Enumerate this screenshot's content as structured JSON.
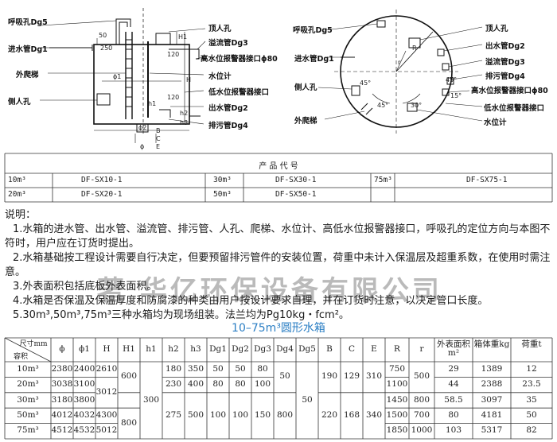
{
  "diagram_left": {
    "labels": {
      "vent": "呼吸孔Dg5",
      "inlet": "进水管Dg1",
      "ladder": "外爬梯",
      "side_hole": "侧人孔",
      "top_hole": "顶人孔",
      "overflow": "溢流管Dg3",
      "high_alarm": "高水位报警器接口ϕ80",
      "level": "水位计",
      "low_alarm": "低水位报警器接口",
      "outlet": "出水管Dg2",
      "drain": "排污管Dg4"
    },
    "dims": {
      "d250": "250",
      "d50": "50",
      "d120a": "120",
      "d120b": "120",
      "phi1": "ϕ1",
      "phi2": "ϕ2",
      "h": "H",
      "h1": "H1",
      "h2": "h2",
      "h3": "h3",
      "h4": "h1",
      "b": "B",
      "c": "C",
      "e": "E",
      "phi": "ϕ"
    }
  },
  "diagram_right": {
    "labels": {
      "vent": "呼吸孔Dg5",
      "inlet": "进水管Dg1",
      "side_hole": "侧人孔",
      "ladder": "外爬梯",
      "top_hole": "顶人孔",
      "outlet": "出水管Dg2",
      "overflow": "溢流管Dg3",
      "drain": "排污管Dg4",
      "high_alarm": "高水位报警器接口ϕ80",
      "low_alarm": "低水位报警器接口",
      "level": "水位计"
    },
    "dims": {
      "r_big": "R",
      "r_small": "r",
      "a45a": "45°",
      "a45b": "45°",
      "a45c": "45°",
      "a30": "30°",
      "a15": "15°"
    }
  },
  "product_table": {
    "header": "产  品  代  号",
    "rows": [
      [
        "10m³",
        "DF-SX10-1",
        "30m³",
        "DF-SX30-1",
        "75m³",
        "DF-SX75-1"
      ],
      [
        "20m³",
        "DF-SX20-1",
        "50m³",
        "DF-SX50-1",
        "",
        ""
      ]
    ]
  },
  "notes": {
    "heading": "说明：",
    "items": [
      "1.水箱的进水管、出水管、溢流管、排污管、人孔、爬梯、水位计、高低水位报警器接口，呼吸孔的定位方向与本图不符时，用户应在订货时提出。",
      "2.水箱基础按工程设计需要自行决定，但要预留排污管件的安装位置，荷重中未计入保温层及超重系数，在使用时需注意。",
      "3.外表面积包括底板外表面积。",
      "4.水箱是否保温及保温厚度和防腐漆的种类由用户按设计要求自理，并在订货时注意，以决定管口长度。",
      "5.30m³,50m³,75m³三种水箱均为现场组装。法兰均为Pg10kg・fcm²。"
    ],
    "watermark": "著   华亿环保设备有限公司"
  },
  "dim_table": {
    "title": "10–75m³圆形水箱",
    "corner_top": "尺寸mm",
    "corner_bottom": "容积",
    "headers": [
      "ϕ",
      "ϕ1",
      "H",
      "H1",
      "h1",
      "h2",
      "h3",
      "Dg1",
      "Dg2",
      "Dg3",
      "Dg4",
      "Dg5",
      "B",
      "C",
      "E",
      "R",
      "r",
      "外表面积m²",
      "箱体重kg",
      "荷重t"
    ],
    "rows": [
      [
        "10m³",
        "2380",
        "2400",
        "2610",
        "",
        "",
        "180",
        "350",
        "50",
        "50",
        "80",
        "",
        "",
        "",
        "",
        "",
        "750",
        "",
        "29",
        "1389",
        "12"
      ],
      [
        "20m³",
        "3038",
        "3100",
        "",
        "",
        "",
        "230",
        "400",
        "80",
        "80",
        "100",
        "",
        "",
        "",
        "",
        "",
        "1100",
        "",
        "44",
        "2388",
        "23.5"
      ],
      [
        "30m³",
        "3180",
        "3800",
        "",
        "",
        "",
        "",
        "",
        "",
        "",
        "",
        "",
        "",
        "",
        "",
        "",
        "1450",
        "800",
        "58.5",
        "3097",
        "35"
      ],
      [
        "50m³",
        "4012",
        "4032",
        "4300",
        "",
        "",
        "275",
        "500",
        "100",
        "100",
        "150",
        "800",
        "",
        "220",
        "168",
        "340",
        "1500",
        "700",
        "80",
        "4181",
        "50"
      ],
      [
        "75m³",
        "4512",
        "4532",
        "5012",
        "",
        "",
        "",
        "",
        "",
        "",
        "",
        "",
        "",
        "",
        "",
        "",
        "1850",
        "1000",
        "103",
        "5317",
        "82"
      ]
    ],
    "merged": {
      "h_2_3": "3012",
      "h1_1_2": "600",
      "h1_4_5": "800",
      "h1s": "300",
      "dg4_1_2": "50",
      "dg5": "50",
      "b_1_2": "190",
      "c_1_2": "129",
      "e_1_2": "310",
      "r_1_2": "500"
    }
  }
}
